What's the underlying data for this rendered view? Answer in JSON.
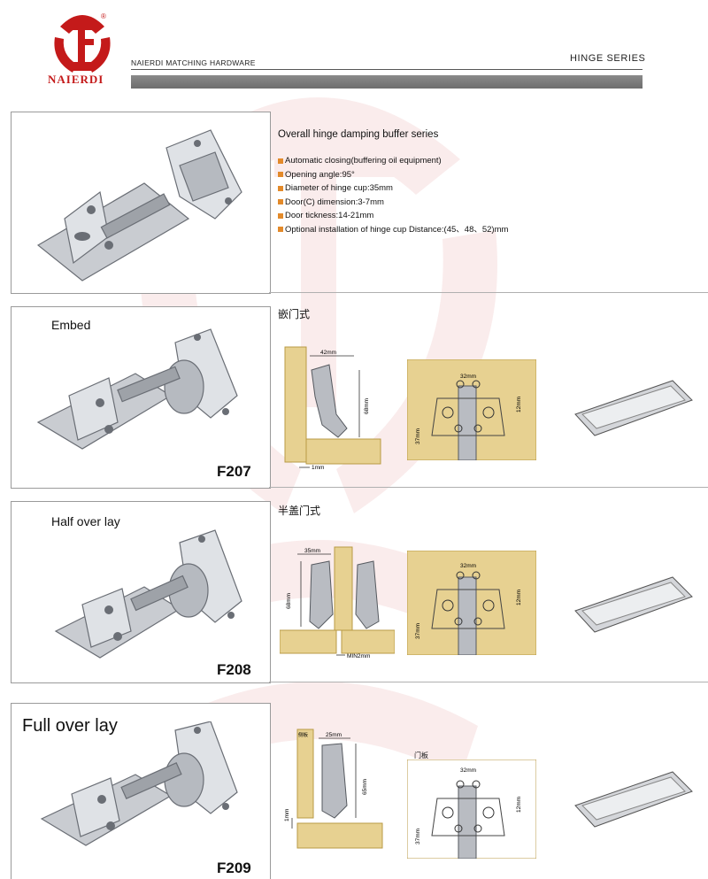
{
  "header": {
    "brand": "NAIERDI",
    "left_title": "NAIERDI MATCHING HARDWARE",
    "right_title": "HINGE SERIES",
    "registered_mark": "®"
  },
  "overview": {
    "title": "Overall hinge damping buffer series",
    "features": [
      "Automatic closing(buffering oil equipment)",
      "Opening angle:95°",
      "Diameter of hinge cup:35mm",
      "Door(C) dimension:3-7mm",
      "Door tickness:14-21mm",
      "Optional installation of hinge cup Distance:(45、48、52)mm"
    ]
  },
  "models": [
    {
      "type_label": "Embed",
      "model": "F207",
      "cn_label": "嵌门式",
      "dims": {
        "side": "42mm",
        "height": "68mm",
        "gap": "1mm",
        "top": "32mm",
        "right": "12mm",
        "left": "37mm"
      }
    },
    {
      "type_label": "Half over lay",
      "model": "F208",
      "cn_label": "半盖门式",
      "dims": {
        "side": "35mm",
        "height": "68mm",
        "gap": "MIN2mm",
        "top": "32mm",
        "right": "12mm",
        "left": "37mm"
      }
    },
    {
      "type_label": "Full over lay",
      "model": "F209",
      "cn_label": "",
      "dims": {
        "side": "25mm",
        "height": "65mm",
        "gap": "1mm",
        "top": "32mm",
        "right": "12mm",
        "left": "37mm",
        "side_tag": "侧板",
        "plate_tag": "门板"
      }
    }
  ],
  "colors": {
    "accent": "#c41a1a",
    "bullet": "#e38a2a",
    "board": "#e7d191",
    "board_dark": "#d6bd72",
    "metal": "#c9ccd1"
  }
}
